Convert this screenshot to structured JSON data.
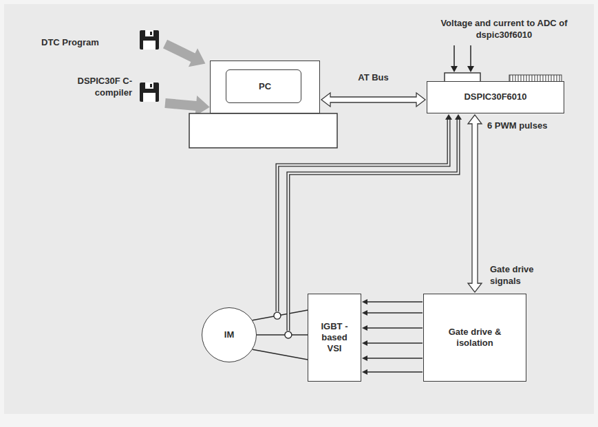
{
  "diagram": {
    "nodes": [
      {
        "text": [
          "PC"
        ]
      },
      {
        "text": [
          "DSPIC30F6010"
        ]
      },
      {
        "text": [
          "IM"
        ]
      },
      {
        "text": [
          "IGBT -based VSI"
        ]
      },
      {
        "text": [
          "Gate drive & isolation"
        ]
      }
    ],
    "edges": [
      {
        "from": 0,
        "to": 1,
        "label": "AT Bus",
        "arrow": "both"
      },
      {
        "from": 1,
        "to": 4,
        "label": "6 PWM pulses",
        "arrow": "both"
      },
      {
        "from": 4,
        "to": 3,
        "arrow": "to"
      },
      {
        "from": 4,
        "to": 3,
        "arrow": "to"
      },
      {
        "from": 4,
        "to": 3,
        "arrow": "to"
      },
      {
        "from": 4,
        "to": 3,
        "arrow": "to"
      },
      {
        "from": 4,
        "to": 3,
        "arrow": "to"
      },
      {
        "from": 4,
        "to": 3,
        "arrow": "to"
      },
      {
        "from": 2,
        "to": 3,
        "arrow": "none"
      },
      {
        "from": 2,
        "to": 3,
        "arrow": "none"
      },
      {
        "from": 2,
        "to": 3,
        "arrow": "none"
      }
    ],
    "labels": [
      "DTC Program",
      "DSPIC30F C-compiler",
      "Voltage and current to ADC of dspic30f6010",
      "Gate drive signals"
    ]
  }
}
